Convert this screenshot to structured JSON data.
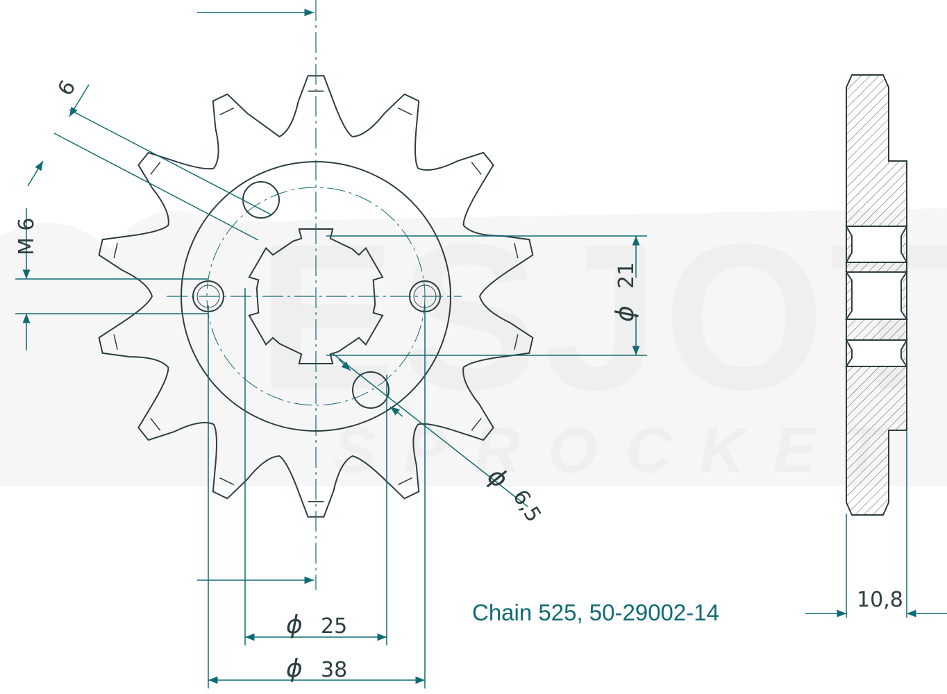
{
  "caption": "Chain 525, 50-29002-14",
  "watermark": {
    "brand": "ESJOT",
    "sub": "SPROCKET"
  },
  "dimensions": {
    "thread": "M 6",
    "thread_gap": "6",
    "phi_symbol": "ϕ",
    "inner_bore": "21",
    "hole": "6,5",
    "boss": "25",
    "bolt_circle": "38",
    "thickness": "10,8"
  },
  "sprocket": {
    "teeth": 14,
    "color_line": "#2c3e40",
    "color_dim": "#0f6b73"
  }
}
